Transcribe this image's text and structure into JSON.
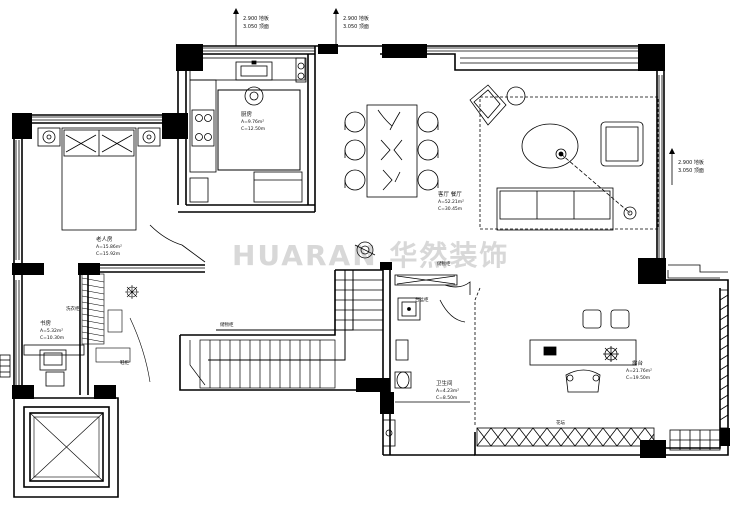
{
  "elevation_marks": [
    {
      "line1": "2.900 地板",
      "line2": "3.050 顶面"
    },
    {
      "line1": "2.900 地板",
      "line2": "3.050 顶面"
    },
    {
      "line1": "2.900 地板",
      "line2": "3.050 顶面"
    }
  ],
  "rooms": {
    "kitchen": {
      "name": "厨房",
      "area": "A=9.76m²",
      "perimeter": "C=12.50m"
    },
    "bedroom": {
      "name": "老人房",
      "area": "A=15.86m²",
      "perimeter": "C=15.92m"
    },
    "study": {
      "name": "书房",
      "area": "A=5.32m²",
      "perimeter": "C=10.30m"
    },
    "living": {
      "name": "客厅 餐厅",
      "area": "A=52.21m²",
      "perimeter": "C=30.45m"
    },
    "bath": {
      "name": "卫生间",
      "area": "A=4.23m²",
      "perimeter": "C=8.50m"
    },
    "terrace": {
      "name": "露台",
      "area": "A=21.76m²",
      "perimeter": "C=19.50m"
    }
  },
  "labels": {
    "storage": "储物柜",
    "wardrobe": "衣柜",
    "laundry": "洗衣柜",
    "shoe": "鞋柜",
    "vanity": "台盆柜",
    "planter": "花坛",
    "balcony_rail": "玻璃栏杆"
  },
  "watermark": "HUARAN 华然装饰"
}
